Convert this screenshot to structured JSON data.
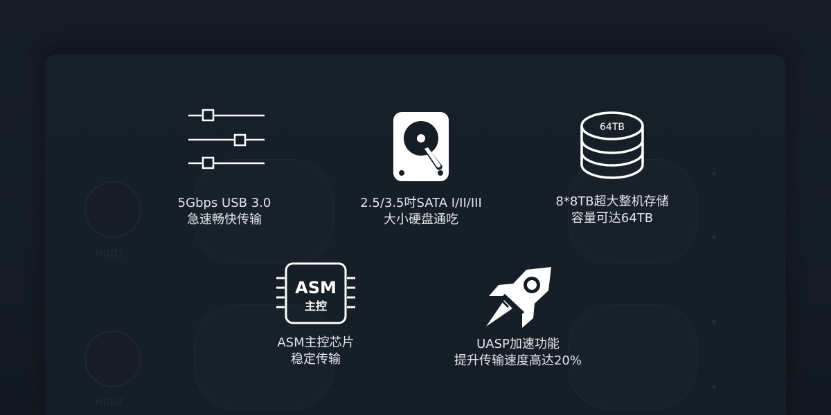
{
  "features": [
    {
      "icon": "sliders-icon",
      "line1": "5Gbps USB 3.0",
      "line2": "急速畅快传输"
    },
    {
      "icon": "hard-disk-icon",
      "line1": "2.5/3.5吋SATA I/II/III",
      "line2": "大小硬盘通吃"
    },
    {
      "icon": "database-icon",
      "icon_label": "64TB",
      "line1": "8*8TB超大整机存储",
      "line2": "容量可达64TB"
    },
    {
      "icon": "chip-icon",
      "chip_title": "ASM",
      "chip_subtitle": "主控",
      "line1": "ASM主控芯片",
      "line2": "稳定传输"
    },
    {
      "icon": "rocket-icon",
      "line1": "UASP加速功能",
      "line2": "提升传输速度高达20%"
    }
  ],
  "background": {
    "slot_labels": [
      "HDD1",
      "HDD2"
    ]
  },
  "colors": {
    "background": "#141b23",
    "icon": "#ffffff",
    "text": "#e2e6ea"
  }
}
